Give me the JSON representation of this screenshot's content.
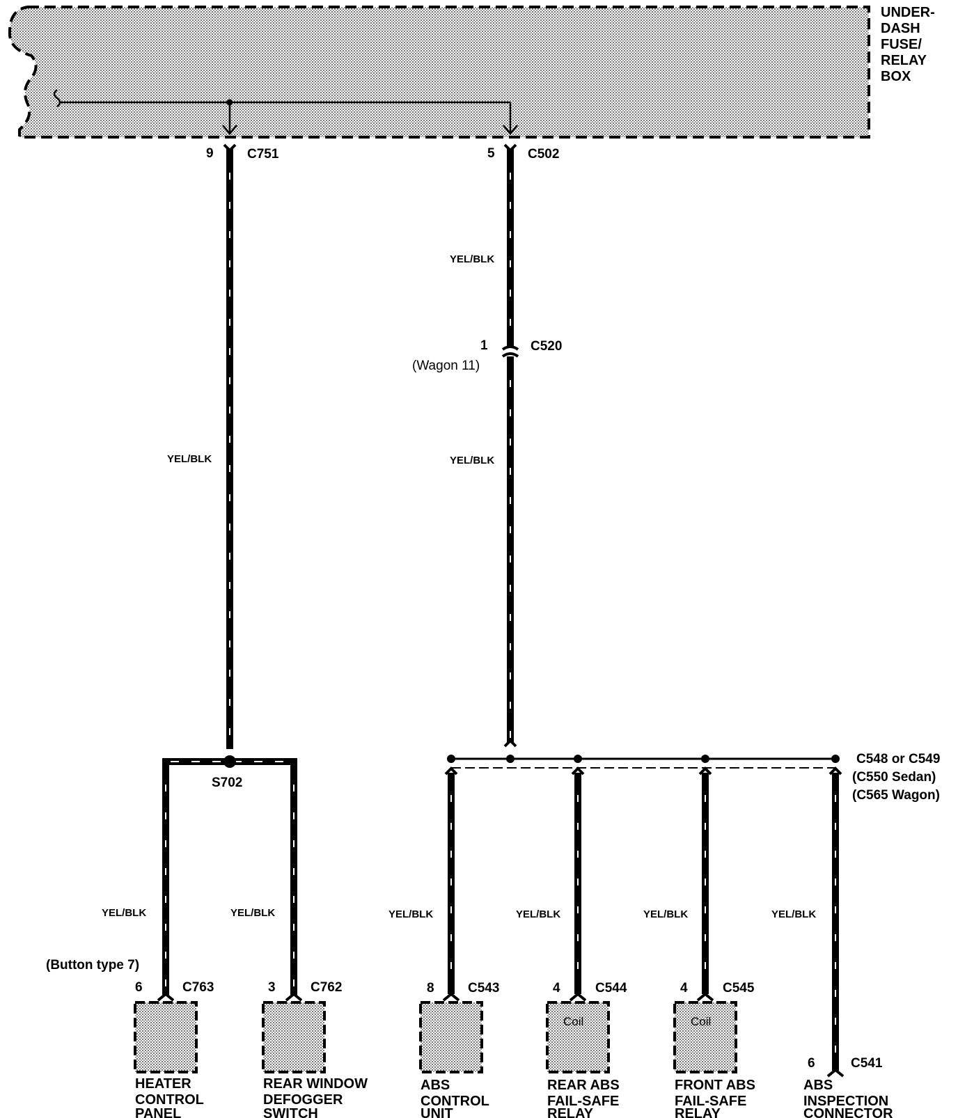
{
  "fuse_box": {
    "label_lines": [
      "UNDER-",
      "DASH",
      "FUSE/",
      "RELAY",
      "BOX"
    ]
  },
  "connectors": {
    "c751": {
      "pin": "9",
      "name": "C751"
    },
    "c502": {
      "pin": "5",
      "name": "C502"
    },
    "c520": {
      "pin": "1",
      "name": "C520",
      "note": "(Wagon 11)"
    },
    "c548": {
      "name": "C548 or C549",
      "note1": "(C550 Sedan)",
      "note2": "(C565 Wagon)"
    },
    "c763": {
      "pin": "6",
      "name": "C763",
      "note": "(Button type 7)"
    },
    "c762": {
      "pin": "3",
      "name": "C762"
    },
    "c543": {
      "pin": "8",
      "name": "C543"
    },
    "c544": {
      "pin": "4",
      "name": "C544"
    },
    "c545": {
      "pin": "4",
      "name": "C545"
    },
    "c541": {
      "pin": "6",
      "name": "C541"
    }
  },
  "splice": {
    "name": "S702"
  },
  "wire_color": "YEL/BLK",
  "coil_label": "Coil",
  "components": {
    "heater": [
      "HEATER",
      "CONTROL",
      "PANEL"
    ],
    "defogger": [
      "REAR WINDOW",
      "DEFOGGER",
      "SWITCH"
    ],
    "abs_unit": [
      "ABS",
      "CONTROL",
      "UNIT"
    ],
    "rear_relay": [
      "REAR ABS",
      "FAIL-SAFE",
      "RELAY"
    ],
    "front_relay": [
      "FRONT ABS",
      "FAIL-SAFE",
      "RELAY"
    ],
    "abs_connector": [
      "ABS",
      "INSPECTION",
      "CONNECTOR"
    ]
  },
  "colors": {
    "ink": "#000000",
    "shade": "#c8c8c8"
  }
}
